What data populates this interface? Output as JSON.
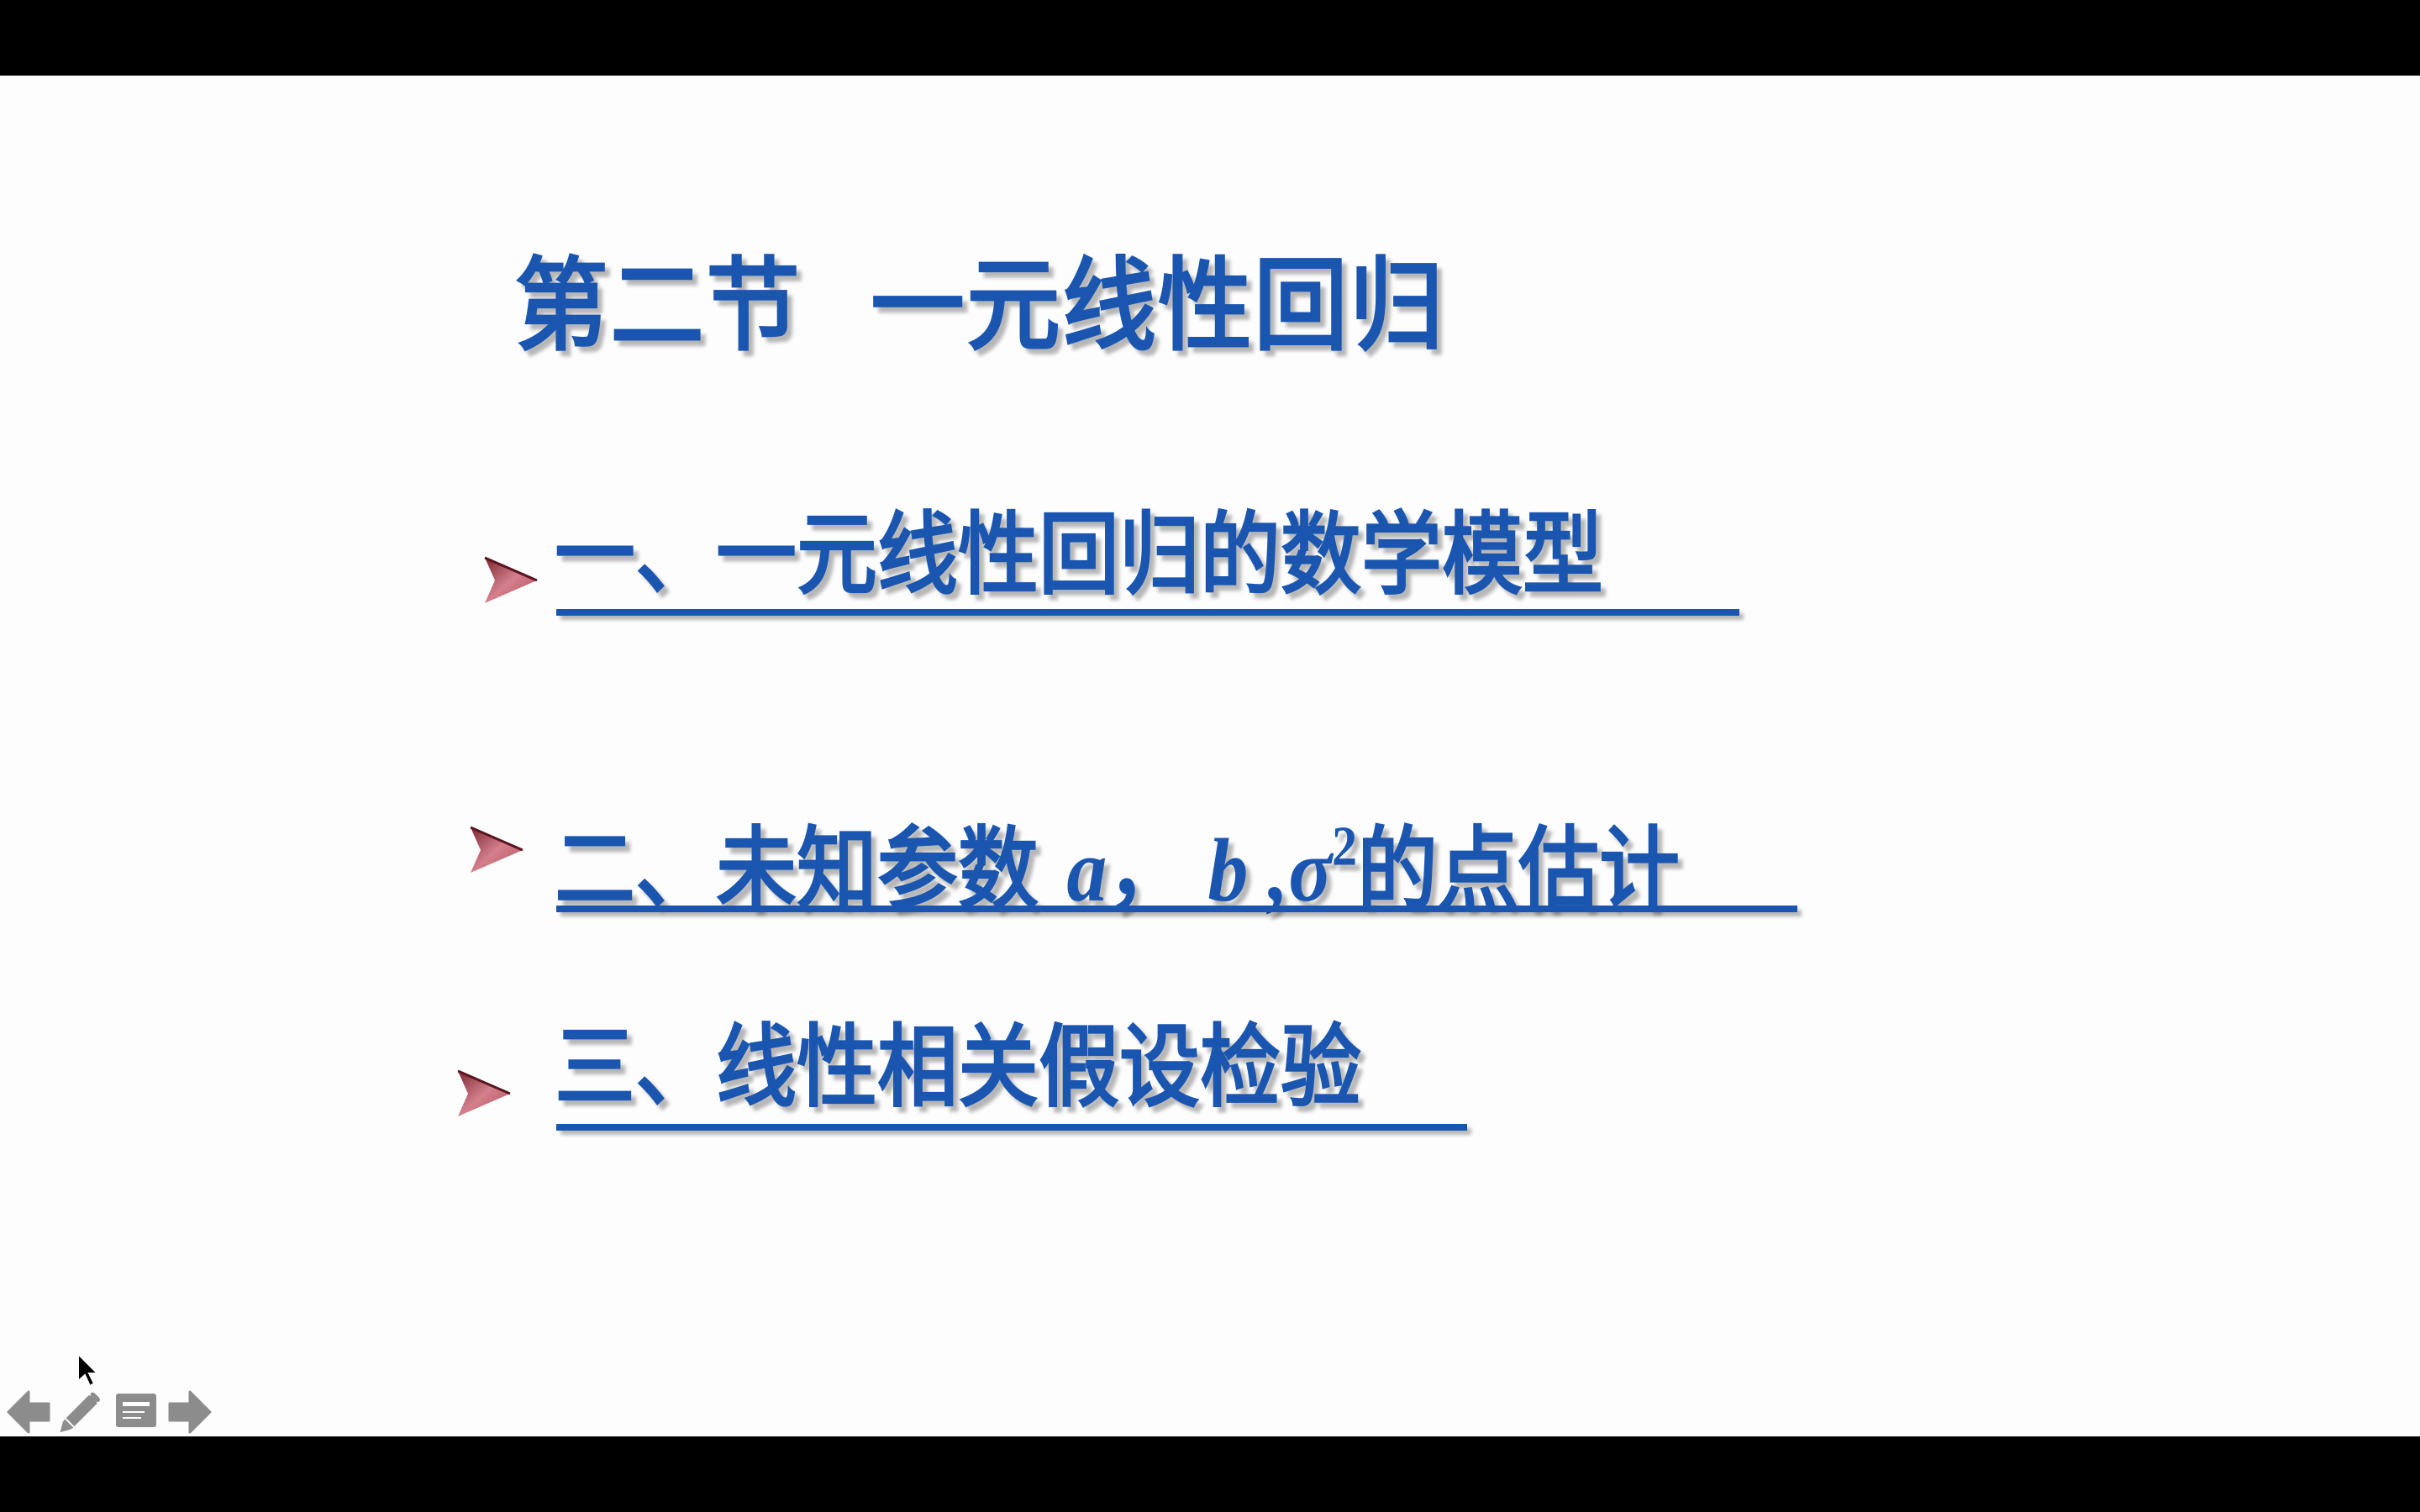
{
  "slide": {
    "title": "第二节  一元线性回归",
    "items": [
      {
        "label": "一、一元线性回归的数学模型"
      },
      {
        "prefix": "二、未知参数 ",
        "var_a": "a",
        "sep1": "，",
        "var_b": " b",
        "sep2": " ,",
        "var_sigma": "σ",
        "sup": "2",
        "suffix": "的点估计"
      },
      {
        "label": "三、线性相关假设检验"
      }
    ]
  },
  "toolbar": {
    "icons": [
      "previous-slide-arrow",
      "pen-tool",
      "notes",
      "next-slide-arrow"
    ]
  },
  "colors": {
    "text": "#1a56b0",
    "bullet": "#b0505c",
    "toolbar_icon": "#8c8c8c",
    "slide_bg": "#fdfdfd",
    "letterbox": "#000000"
  }
}
